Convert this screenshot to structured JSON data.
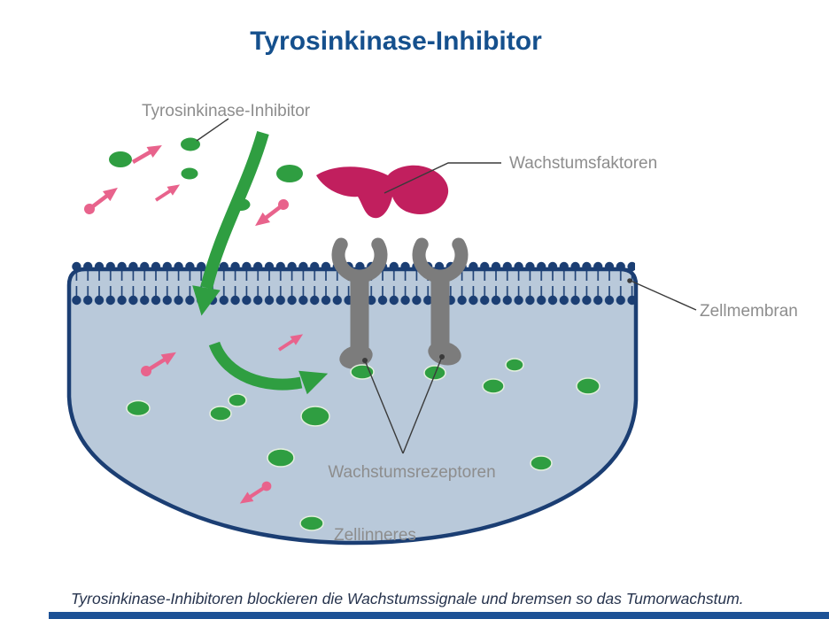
{
  "title": "Tyrosinkinase-Inhibitor",
  "labels": {
    "inhibitor": "Tyrosinkinase-Inhibitor",
    "growth_factors": "Wachstumsfaktoren",
    "cell_membrane": "Zellmembran",
    "growth_receptors": "Wachstumsrezeptoren",
    "cell_interior": "Zellinneres"
  },
  "caption": "Tyrosinkinase-Inhibitoren blockieren die Wachstumssignale und bremsen so das Tumorwachstum.",
  "colors": {
    "title_blue": "#15508d",
    "navy": "#1b3e73",
    "green": "#2f9e41",
    "pink": "#e8638c",
    "crimson": "#c11f5e",
    "receptor_gray": "#7c7c7c",
    "cell_fill": "#b9c9da",
    "label_gray": "#8d8d8d",
    "pointer_line": "#3a3a3a",
    "caption_color": "#26334d",
    "footer_bar": "#1d5296"
  }
}
